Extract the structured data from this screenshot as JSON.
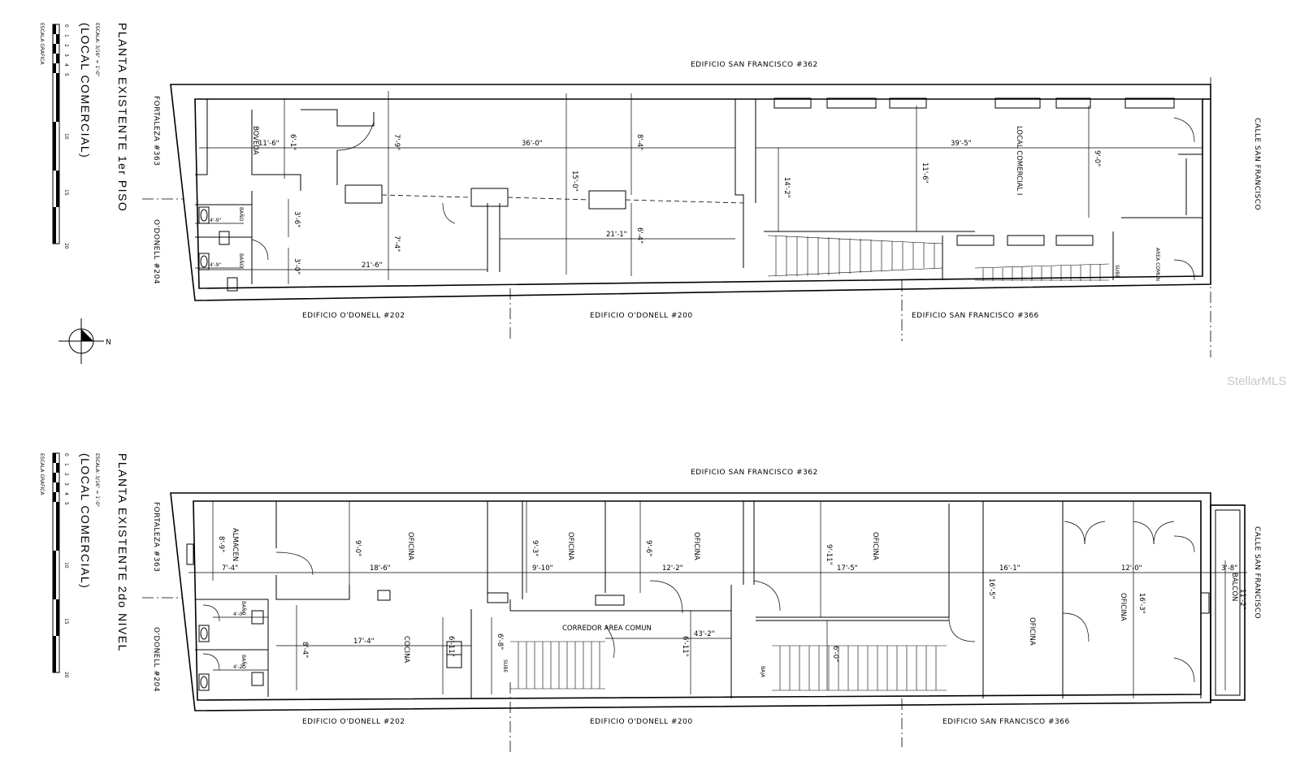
{
  "plans": [
    {
      "title": "PLANTA EXISTENTE 1er PISO",
      "subtitle": "(LOCAL COMERCIAL)",
      "scale_note": "ESCALA: 3/16\" = 1'-0\"",
      "graphic_scale": "ESCALA GRAFICA",
      "scale_ticks": [
        "0",
        "1",
        "2",
        "3",
        "4",
        "5",
        "10",
        "15",
        "20"
      ],
      "north": "N",
      "top_label": "EDIFICIO SAN FRANCISCO #362",
      "left_labels": [
        "FORTALEZA #363",
        "O'DONELL #204"
      ],
      "right_label": "CALLE SAN FRANCISCO",
      "bottom_labels": [
        "EDIFICIO O'DONELL #202",
        "EDIFICIO O'DONELL #200",
        "EDIFICIO SAN FRANCISCO #366"
      ],
      "rooms": [
        "BOVEDA",
        "BAÑO",
        "BAÑO",
        "LOCAL COMERCIAL I",
        "AREA COMUN",
        "SUBE"
      ],
      "dims": [
        "11'-6\"",
        "6'-1\"",
        "7'-9\"",
        "36'-0\"",
        "8'-4\"",
        "15'-0\"",
        "39'-5\"",
        "14'-2\"",
        "11'-6\"",
        "9'-0\"",
        "4'-9\"",
        "3'-6\"",
        "4'-9\"",
        "3'-0\"",
        "7'-4\"",
        "21'-6\"",
        "21'-1\"",
        "6'-4\""
      ]
    },
    {
      "title": "PLANTA EXISTENTE 2do NIVEL",
      "subtitle": "(LOCAL COMERCIAL)",
      "scale_note": "ESCALA: 3/16\" = 1'-0\"",
      "graphic_scale": "ESCALA GRAFICA",
      "scale_ticks": [
        "0",
        "1",
        "2",
        "3",
        "4",
        "5",
        "10",
        "15",
        "20"
      ],
      "top_label": "EDIFICIO SAN FRANCISCO #362",
      "left_labels": [
        "FORTALEZA #363",
        "O'DONELL #204"
      ],
      "right_label": "CALLE SAN FRANCISCO",
      "bottom_labels": [
        "EDIFICIO O'DONELL #202",
        "EDIFICIO O'DONELL #200",
        "EDIFICIO SAN FRANCISCO #366"
      ],
      "rooms": [
        "ALMACEN",
        "OFICINA",
        "OFICINA",
        "OFICINA",
        "OFICINA",
        "OFICINA",
        "OFICINA",
        "BALCON",
        "BAÑO",
        "BAÑO",
        "COCINA",
        "SUBE",
        "BAJA",
        "CORREDOR AREA COMUN"
      ],
      "dims": [
        "8'-9\"",
        "7'-4\"",
        "9'-0\"",
        "18'-6\"",
        "9'-3\"",
        "9'-10\"",
        "9'-6\"",
        "12'-2\"",
        "9'-11\"",
        "17'-5\"",
        "16'-1\"",
        "16'-5\"",
        "12'-0\"",
        "16'-3\"",
        "3'-8\"",
        "11'-2\"",
        "4'-0\"",
        "4'-2\"",
        "8'-4\"",
        "17'-4\"",
        "6'-11\"",
        "6'-8\"",
        "43'-2\"",
        "6'-11\"",
        "6'-0\""
      ]
    }
  ],
  "watermark": "StellarMLS"
}
